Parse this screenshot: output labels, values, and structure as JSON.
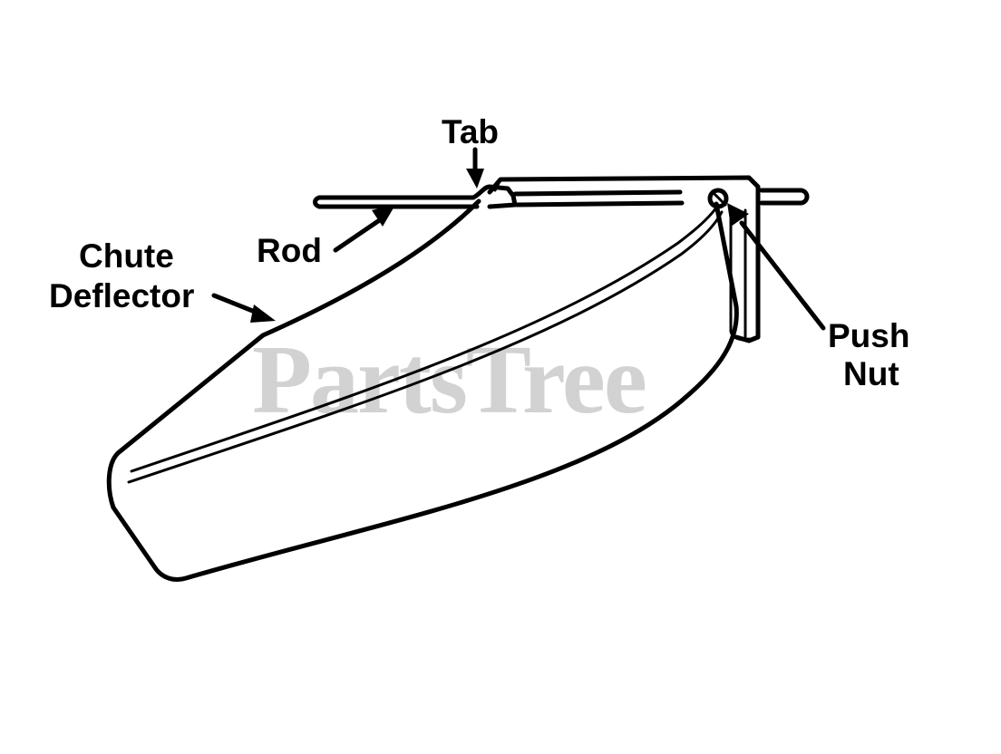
{
  "watermark": "PartsTree",
  "labels": {
    "tab": "Tab",
    "rod": "Rod",
    "chute_deflector_line1": "Chute",
    "chute_deflector_line2": "Deflector",
    "push_nut_line1": "Push",
    "push_nut_line2": "Nut"
  },
  "colors": {
    "line": "#000000",
    "watermark": "#d2d2d2",
    "background": "#ffffff"
  }
}
